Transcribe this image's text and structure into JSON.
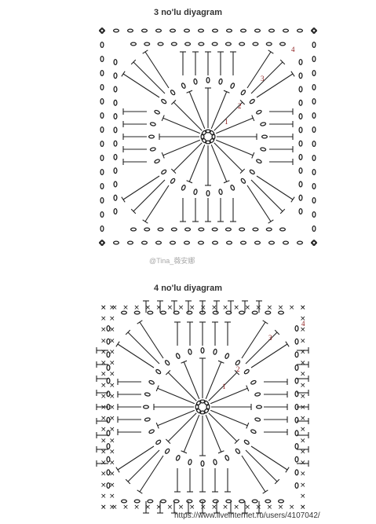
{
  "diagram1": {
    "title": "3 no'lu diyagram",
    "round_labels": [
      "1",
      "2",
      "3",
      "4"
    ]
  },
  "diagram2": {
    "title": "4 no'lu diyagram",
    "round_labels": [
      "1",
      "2",
      "3",
      "4"
    ]
  },
  "watermark": {
    "weibo": "@Tina_薇安娜",
    "url": "https://www.liveinternet.ru/users/4107042/"
  },
  "colors": {
    "ink": "#222222",
    "round_number": "#8b1a1a",
    "watermark": "#a8a8a8"
  }
}
